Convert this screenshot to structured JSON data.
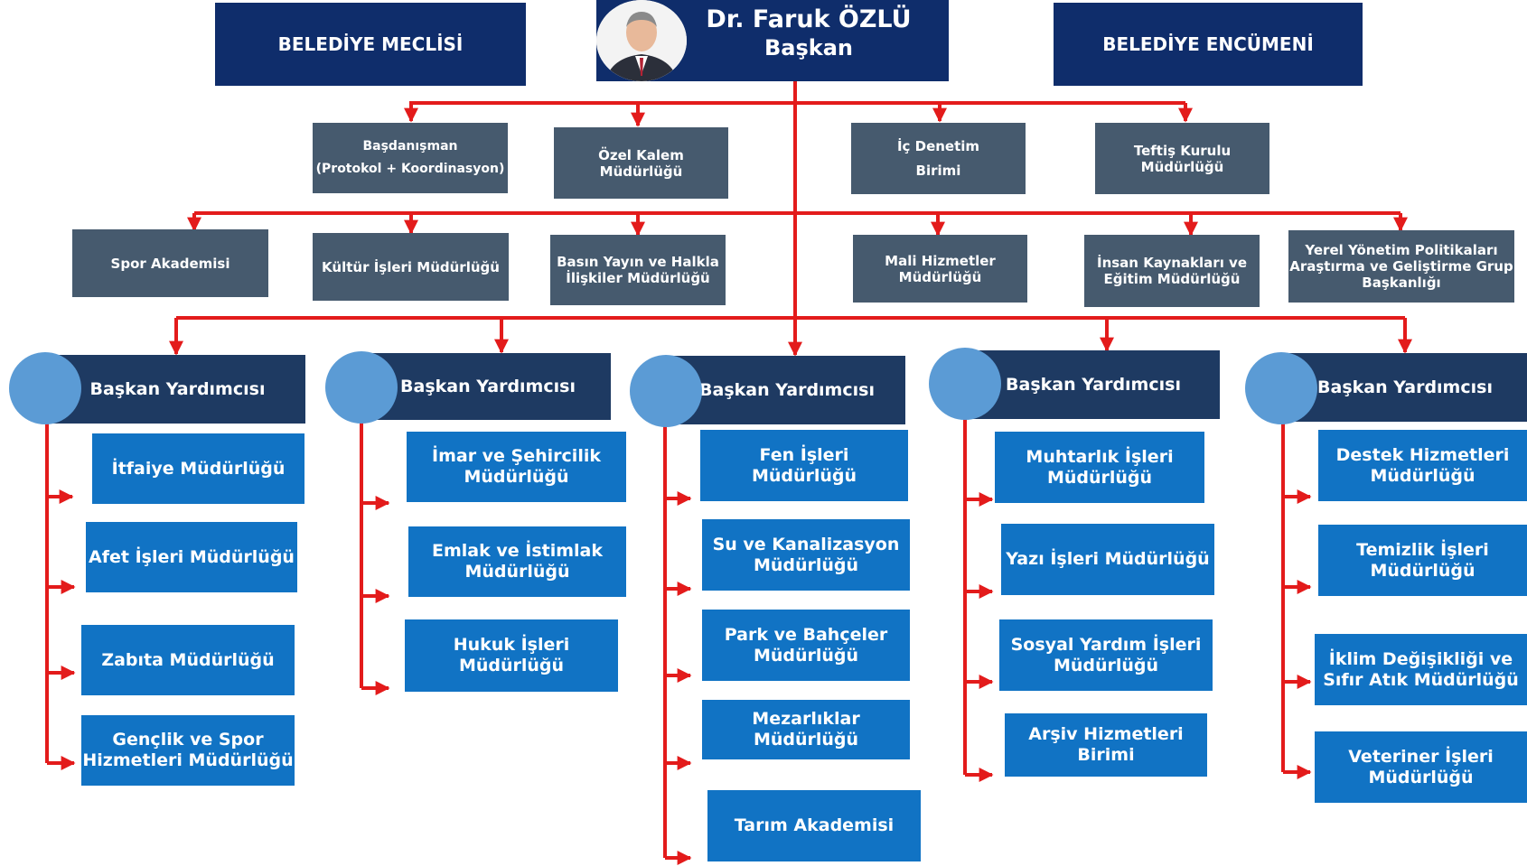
{
  "header": {
    "left_box": "BELEDİYE MECLİSİ",
    "right_box": "BELEDİYE ENCÜMENİ",
    "mayor_name": "Dr. Faruk ÖZLÜ",
    "mayor_title": "Başkan"
  },
  "row1": [
    "Başdanışman\n(Protokol + Koordinasyon)",
    "Özel Kalem\nMüdürlüğü",
    "İç Denetim\nBirimi",
    "Teftiş Kurulu\nMüdürlüğü"
  ],
  "row2": [
    "Spor Akademisi",
    "Kültür İşleri Müdürlüğü",
    "Basın Yayın ve Halkla\nİlişkiler Müdürlüğü",
    "Mali Hizmetler\nMüdürlüğü",
    "İnsan Kaynakları ve\nEğitim Müdürlüğü",
    "Yerel Yönetim Politikaları\nAraştırma ve Geliştirme Grup\nBaşkanlığı"
  ],
  "vp": {
    "label": "Başkan Yardımcısı",
    "columns": [
      [
        "İtfaiye Müdürlüğü",
        "Afet İşleri Müdürlüğü",
        "Zabıta Müdürlüğü",
        "Gençlik ve Spor\nHizmetleri Müdürlüğü"
      ],
      [
        "İmar ve Şehircilik\nMüdürlüğü",
        "Emlak ve İstimlak\nMüdürlüğü",
        "Hukuk İşleri\nMüdürlüğü"
      ],
      [
        "Fen İşleri\nMüdürlüğü",
        "Su ve Kanalizasyon\nMüdürlüğü",
        "Park ve Bahçeler\nMüdürlüğü",
        "Mezarlıklar\nMüdürlüğü",
        "Tarım Akademisi"
      ],
      [
        "Muhtarlık İşleri\nMüdürlüğü",
        "Yazı İşleri Müdürlüğü",
        "Sosyal Yardım İşleri\nMüdürlüğü",
        "Arşiv Hizmetleri\nBirimi"
      ],
      [
        "Destek Hizmetleri\nMüdürlüğü",
        "Temizlik İşleri\nMüdürlüğü",
        "İklim Değişikliği ve\nSıfır Atık Müdürlüğü",
        "Veteriner İşleri\nMüdürlüğü"
      ]
    ]
  },
  "colors": {
    "connector": "#e31b1b",
    "navy": "#0f2d6b",
    "gray": "#465a6e",
    "blue": "#1173c4",
    "vp_bar": "#1e3a62",
    "vp_circle": "#5b9bd5"
  }
}
